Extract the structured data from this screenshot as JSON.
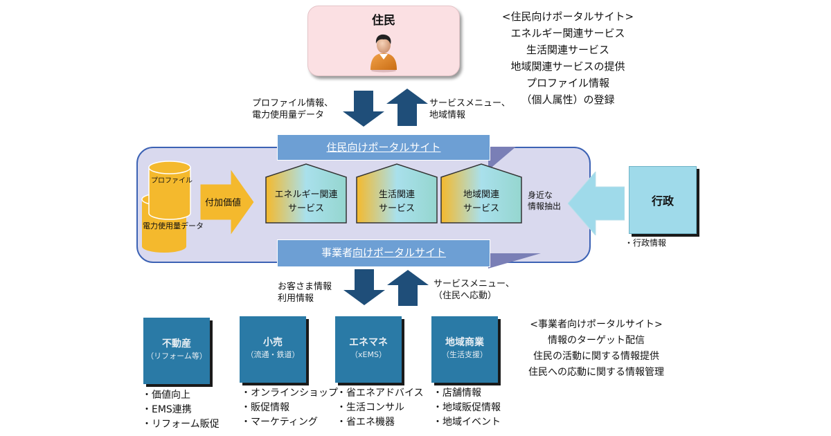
{
  "resident": {
    "title": "住民",
    "icon": "person-icon"
  },
  "resident_portal_notes": {
    "heading": "<住民向けポータルサイト>",
    "lines": [
      "エネルギー関連サービス",
      "生活関連サービス",
      "地域関連サービスの提供",
      "プロファイル情報",
      "（個人属性）の登録"
    ]
  },
  "upper_flows": {
    "down_label": [
      "プロファイル情報、",
      "電力使用量データ"
    ],
    "up_label": [
      "サービスメニュー、",
      "地域情報"
    ]
  },
  "platform": {
    "resident_portal": {
      "prefix": "",
      "underlined": "住民向けポータルサイト"
    },
    "business_portal": {
      "prefix": "事業者",
      "underlined": "向けポータルサイト"
    },
    "databases": [
      "プロファイル",
      "電力使用量データ"
    ],
    "value_arrow_label": "付加価値",
    "services": [
      {
        "line1": "エネルギー関連",
        "line2": "サービス"
      },
      {
        "line1": "生活関連",
        "line2": "サービス"
      },
      {
        "line1": "地域関連",
        "line2": "サービス"
      }
    ],
    "extract_label": [
      "身近な",
      "情報抽出"
    ]
  },
  "government": {
    "title": "行政",
    "note": "・行政情報"
  },
  "lower_flows": {
    "down_label": [
      "お客さま情報",
      "利用情報"
    ],
    "up_label": [
      "サービスメニュー、",
      "（住民へ応動）"
    ]
  },
  "businesses": [
    {
      "title": "不動産",
      "subtitle": "（リフォーム等）",
      "bullets": [
        "・価値向上",
        "・EMS連携",
        "・リフォーム販促"
      ]
    },
    {
      "title": "小売",
      "subtitle": "（流通・鉄道）",
      "bullets": [
        "・オンラインショップ",
        "・販促情報",
        "・マーケティング"
      ]
    },
    {
      "title": "エネマネ",
      "subtitle": "（xEMS）",
      "bullets": [
        "・省エネアドバイス",
        "・生活コンサル",
        "・省エネ機器"
      ]
    },
    {
      "title": "地域商業",
      "subtitle": "（生活支援）",
      "bullets": [
        "・店舗情報",
        "・地域販促情報",
        "・地域イベント"
      ]
    }
  ],
  "business_portal_notes": {
    "heading": "<事業者向けポータルサイト>",
    "lines": [
      "情報のターゲット配信",
      "住民の活動に関する情報提供",
      "住民への応動に関する情報管理"
    ]
  },
  "colors": {
    "portal_bar": "#6d9fd4",
    "platform_bg": "#d9d9ee",
    "platform_border": "#3c62b4",
    "dark_arrow": "#1f4e79",
    "gold": "#f4b92d",
    "business_box": "#2a7aa6",
    "government_box": "#9fdaea",
    "resident_box": "#fbe0e3"
  }
}
